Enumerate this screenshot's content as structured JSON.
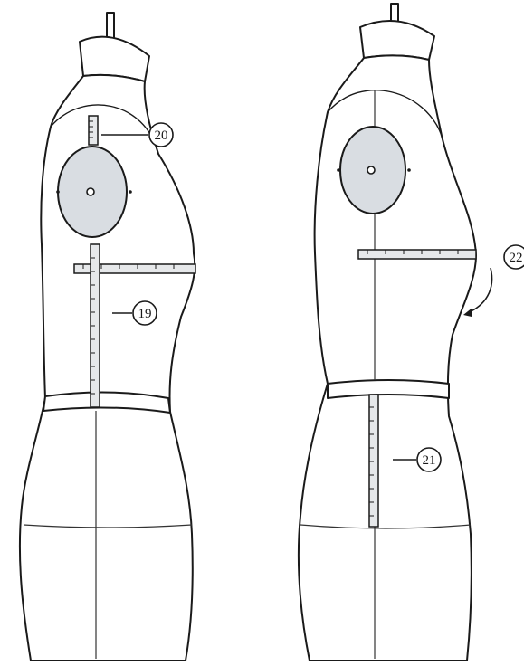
{
  "callouts": {
    "c19": "19",
    "c20": "20",
    "c21": "21",
    "c22": "22"
  },
  "colors": {
    "line": "#1a1a1a",
    "tape_fill": "#e6e8ea",
    "armhole_fill": "#d9dde2"
  }
}
